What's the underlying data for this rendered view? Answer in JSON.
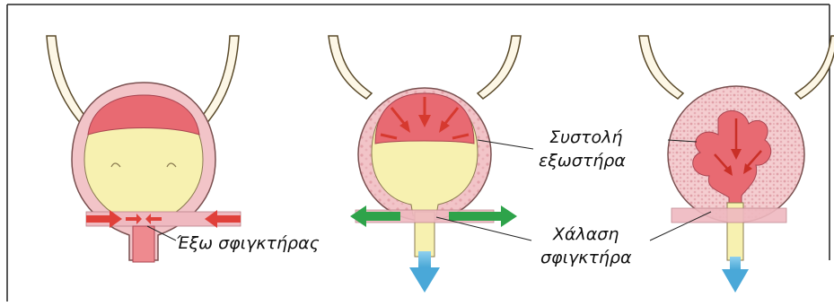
{
  "labels": {
    "external_sphincter": "Έξω σφιγκτήρας",
    "detrusor_line1": "Συστολή",
    "detrusor_line2": "εξωστήρα",
    "relax_line1": "Χάλαση",
    "relax_line2": "σφιγκτήρα"
  },
  "colors": {
    "ureter_outline": "#5a4a2a",
    "ureter_fill": "#fdf7e6",
    "wall": "#f2c4c8",
    "wall_outline": "#7a5050",
    "urine": "#f7f1b0",
    "contraction": "#e86a72",
    "red_arrow": "#e0403a",
    "green_arrow": "#2ea34a",
    "blue_arrow": "#5ab6df",
    "sphincter_band": "#efb9c0",
    "frame": "#222222"
  }
}
